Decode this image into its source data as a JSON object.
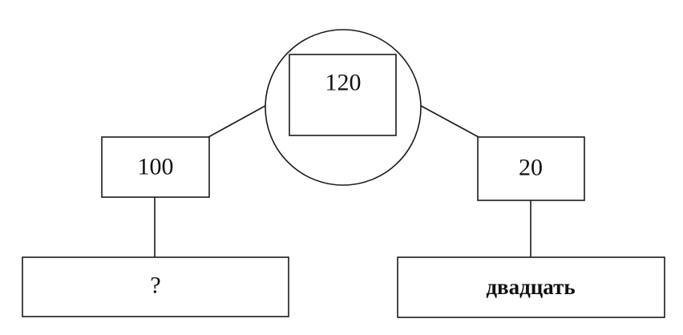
{
  "diagram": {
    "root": {
      "value": "120"
    },
    "left": {
      "value": "100",
      "label": "?"
    },
    "right": {
      "value": "20",
      "label": "двадцать"
    }
  }
}
